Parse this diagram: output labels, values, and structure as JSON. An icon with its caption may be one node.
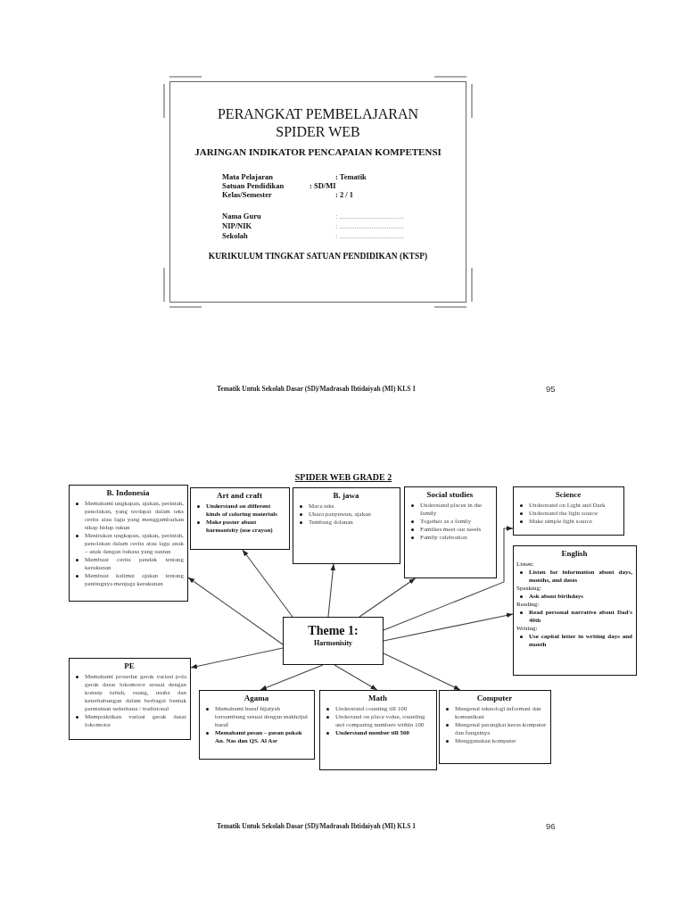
{
  "diagram": {
    "title": "SPIDER WEB GRADE 2",
    "nodes": [
      {
        "text": [
          "PERANGKAT PEMBELAJARAN SPIDER WEB",
          "JARINGAN INDIKATOR PENCAPAIAN KOMPETENSI",
          "Mata Pelajaran",
          ": Tematik",
          "Satuan Pendidikan",
          ": SD/MI",
          "Kelas/Semester",
          ": 2 / 1",
          "Nama Guru",
          ": ..................................",
          "NIP/NIK",
          ": ..................................",
          "Sekolah",
          ": ..................................",
          "KURIKULUM TINGKAT SATUAN PENDIDIKAN (KTSP)"
        ]
      },
      {
        "text": [
          "B. Indonesia",
          "Memahami ungkapan, ajakan, perintah, penolakan, yang terdapat dalam teks cerita atau lagu yang menggambarkan sikap hidup rukun",
          "Menirukan ungkapan, ajakan, perintah, penolakan dalam cerita atau lagu anak – anak dengan bahasa yang santun",
          "Membuat cerita pendek tentang kerukunan",
          "Membuat kalimat ajakan tentang pentingnya menjaga kerukunan"
        ]
      },
      {
        "text": [
          "Art and craft",
          "Understand on different kinds of coloring materials",
          "Make poster about harmonisity (use crayon)"
        ]
      },
      {
        "text": [
          "B. jawa",
          "Maca teks",
          "Ukara panyuwun, ajakan",
          "Tembang dolanan"
        ]
      },
      {
        "text": [
          "Social studies",
          "Understand places in the family",
          "Together as a family",
          "Families meet our needs",
          "Family celebration"
        ]
      },
      {
        "text": [
          "Science",
          "Understand on Light and Dark",
          "Understand the light source",
          "Make simple light source"
        ]
      },
      {
        "text": [
          "English",
          "Listen:",
          "Listen for information about days, months, and dates",
          "Speaking:",
          "Ask about birthdays",
          "Reading:",
          "Read personal narrative about Dad's 40th",
          "Writing:",
          "Use capital letter in writing days and month"
        ]
      },
      {
        "text": [
          "Theme 1:",
          "Harmonisity"
        ]
      },
      {
        "text": [
          "PE",
          "Memahami prosedur gerak variasi pola gerak dasar lokomotor sesuai dengan konsep tubuh, ruang, usaha dan keterhubungan dalam berbagai bentuk permainan sederhana / tradisional",
          "Mempraktikan variasi gerak dasar lokomotor"
        ]
      },
      {
        "text": [
          "Agama",
          "Memahami huruf hijaiyah bersambung sesuai dengan makhrijul huruf",
          "Memahami pesan – pesan pokok An. Nas dan QS. Al Asr"
        ]
      },
      {
        "text": [
          "Math",
          "Understand counting till 100",
          "Undertand on place value, rounding and comparing numbers within 100",
          "Understand number till 500"
        ]
      },
      {
        "text": [
          "Computer",
          "Mengenal teknologi informasi dan komunikasi",
          "Mengenal perangkat keras komputer dan fungsinya",
          "Menggunakan komputer"
        ]
      }
    ],
    "edges": [
      {
        "from": 7,
        "to": 1,
        "arrow": "to"
      },
      {
        "from": 7,
        "to": 2,
        "arrow": "to"
      },
      {
        "from": 7,
        "to": 3,
        "arrow": "to"
      },
      {
        "from": 7,
        "to": 4,
        "arrow": "to"
      },
      {
        "from": 7,
        "to": 5,
        "arrow": "to"
      },
      {
        "from": 7,
        "to": 6,
        "arrow": "to"
      },
      {
        "from": 7,
        "to": 8,
        "arrow": "to"
      },
      {
        "from": 7,
        "to": 9,
        "arrow": "to"
      },
      {
        "from": 7,
        "to": 10,
        "arrow": "to"
      },
      {
        "from": 7,
        "to": 11,
        "arrow": "to"
      }
    ],
    "labels": [
      "Tematik Untuk Sekolah Dasar (SD)/Madrasah Ibtidaiyah (MI) KLS 1",
      "95",
      "Tematik Untuk Sekolah Dasar (SD)/Madrasah Ibtidaiyah (MI) KLS 1",
      "96"
    ]
  }
}
